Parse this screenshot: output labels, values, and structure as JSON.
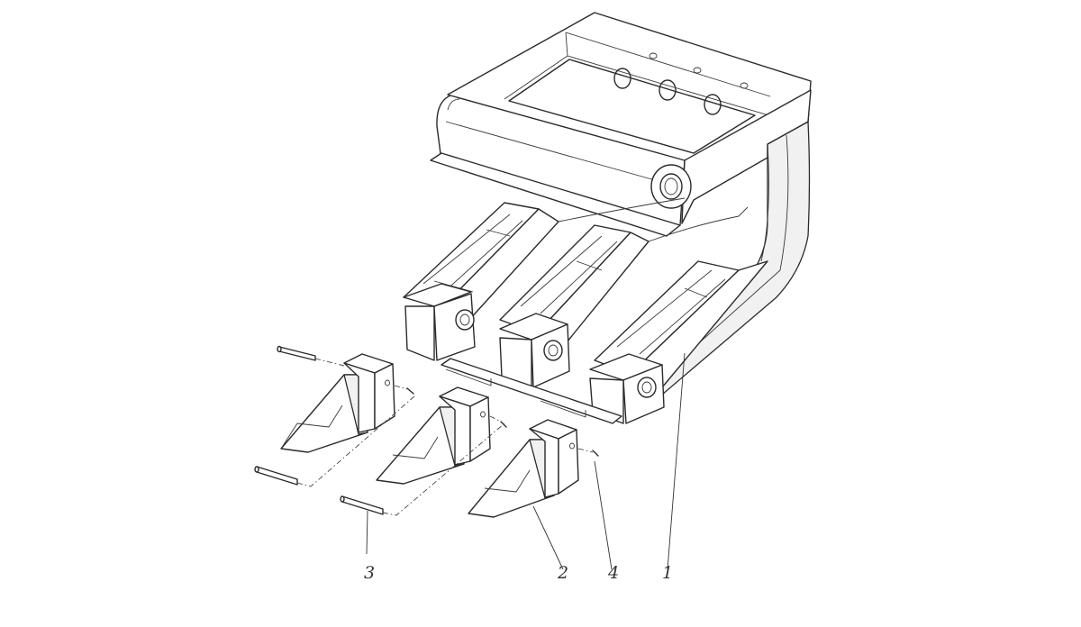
{
  "callouts": [
    {
      "id": "frame",
      "label": "1"
    },
    {
      "id": "tooth",
      "label": "2"
    },
    {
      "id": "pin",
      "label": "3"
    },
    {
      "id": "retainer",
      "label": "4"
    }
  ]
}
